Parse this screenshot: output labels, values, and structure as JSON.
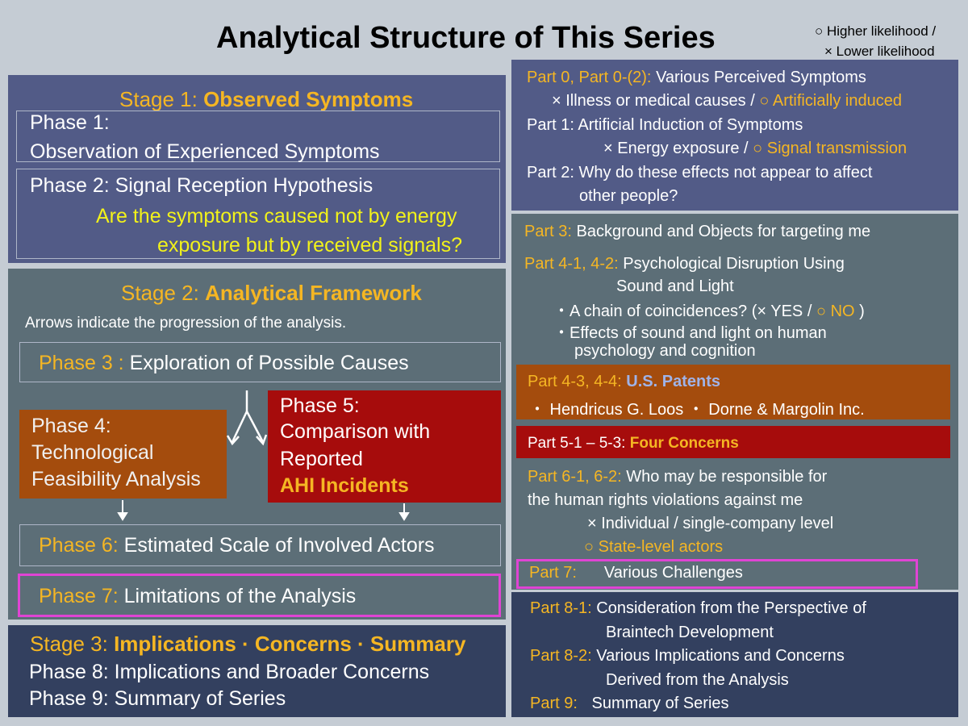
{
  "title": "Analytical Structure of This Series",
  "legend": {
    "higher": "○ Higher likelihood /",
    "lower": "× Lower likelihood"
  },
  "stage1": {
    "prefix": "Stage 1: ",
    "name": "Observed Symptoms",
    "phase1_line1": "Phase 1:",
    "phase1_line2": "Observation of Experienced Symptoms",
    "phase2_label": "Phase 2: Signal Reception Hypothesis",
    "phase2_q1": "Are the symptoms caused not by energy",
    "phase2_q2": "exposure but by received signals?"
  },
  "stage2": {
    "prefix": "Stage 2: ",
    "name": "Analytical Framework",
    "note": "Arrows indicate the progression of the analysis.",
    "phase3_prefix": "Phase 3 : ",
    "phase3_text": "Exploration of Possible Causes",
    "phase4": [
      "Phase 4:",
      "Technological",
      "Feasibility Analysis"
    ],
    "phase5": [
      "Phase 5:",
      "Comparison with",
      "Reported"
    ],
    "phase5_highlight": "AHI Incidents",
    "phase6_prefix": "Phase 6: ",
    "phase6_text": "Estimated Scale of Involved Actors",
    "phase7_prefix": "Phase 7: ",
    "phase7_text": "Limitations of the Analysis"
  },
  "stage3": {
    "prefix": "Stage 3: ",
    "name": "Implications · Concerns ·  Summary",
    "phase8": "Phase 8: Implications and Broader Concerns",
    "phase9": "Phase 9: Summary of Series"
  },
  "right": {
    "p0_label": "Part 0, Part 0-(2): ",
    "p0_text": "Various Perceived Symptoms",
    "p0_low": "× Illness or medical causes / ",
    "p0_high": "○ Artificially induced",
    "p1_label": "Part 1: ",
    "p1_text": " Artificial Induction of Symptoms",
    "p1_low": "× Energy exposure / ",
    "p1_high": "○ Signal transmission",
    "p2_label": "Part 2: ",
    "p2_text": " Why do these effects not appear to affect",
    "p2_text2": "other people?",
    "p3_label": "Part 3: ",
    "p3_text": "Background and Objects for targeting me",
    "p4_label": "Part 4-1, 4-2: ",
    "p4_text": "Psychological Disruption Using",
    "p4_text2": "Sound and Light",
    "p4_b1_pre": "・A chain of coincidences? (× YES / ",
    "p4_b1_high": "○ NO",
    "p4_b1_post": " )",
    "p4_b2": "・Effects of sound and light on human",
    "p4_b2b": "psychology and  cognition",
    "p43_label": "Part 4-3, 4-4: ",
    "p43_text": "U.S. Patents",
    "p43_items": "・ Hendricus G. Loos   ・ Dorne & Margolin Inc.",
    "p5_label": "Part 5-1 – 5-3: ",
    "p5_text": "Four Concerns",
    "p6_label": "Part 6-1, 6-2: ",
    "p6_text": "Who may be responsible for",
    "p6_text2": "the human rights violations against me",
    "p6_low": "× Individual / single-company level",
    "p6_high": "○ State-level actors",
    "p7_label": "Part 7:",
    "p7_text": "Various Challenges",
    "p81_label": "Part 8-1: ",
    "p81_text": "Consideration from the Perspective of",
    "p81_text2": "Braintech Development",
    "p82_label": "Part 8-2: ",
    "p82_text": "Various Implications and Concerns",
    "p82_text2": "Derived from the Analysis",
    "p9_label": "Part 9: ",
    "p9_text": "Summary of Series"
  },
  "colors": {
    "background": "#c5ccd4",
    "stage1_bg": "#525b87",
    "stage2_bg": "#5c6e77",
    "stage3_bg": "#33405f",
    "orange_box": "#a44c0d",
    "red_box": "#a60c0c",
    "accent_gold": "#f5b623",
    "accent_yellow": "#f2f21a",
    "highlight_border": "#e044d4"
  }
}
